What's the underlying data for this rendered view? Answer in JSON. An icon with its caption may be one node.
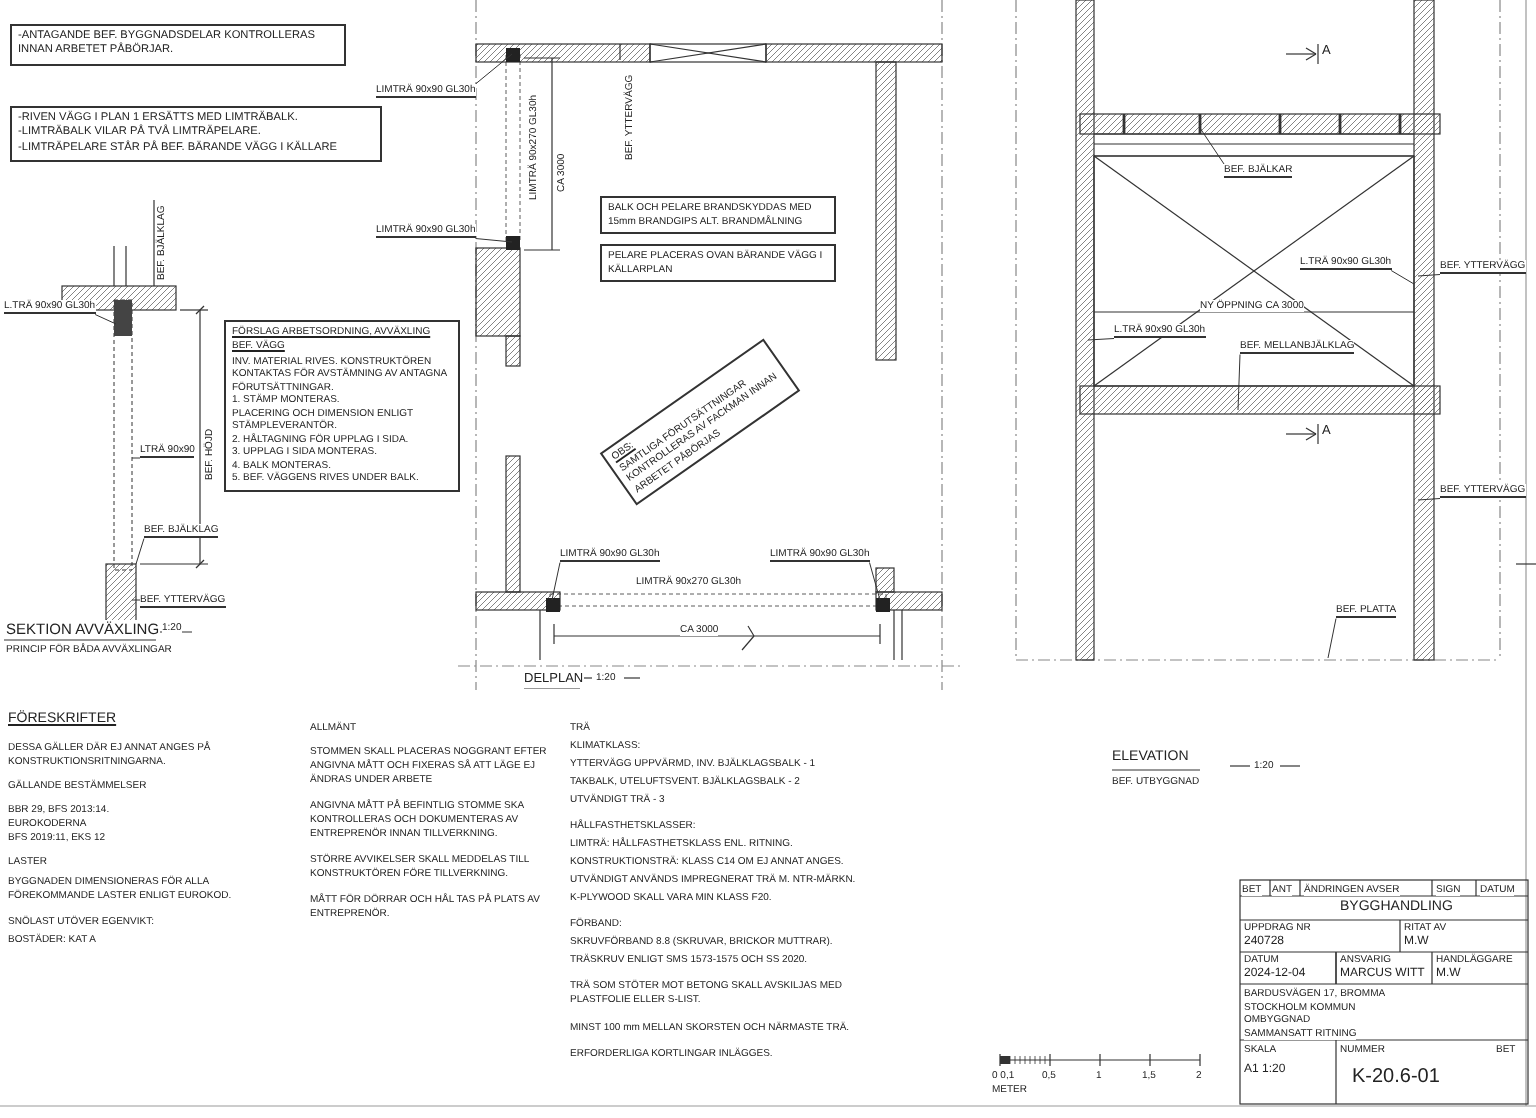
{
  "diagram": {
    "nodes": [
      {
        "text": [
          "-ANTAGANDE BEF. BYGGNADSDELAR KONTROLLERAS INNAN ARBETET PÅBÖRJAR."
        ]
      },
      {
        "text": [
          "-RIVEN VÄGG I PLAN 1 ERSÄTTS MED LIMTRÄBALK.",
          "-LIMTRÄBALK VILAR PÅ TVÅ LIMTRÄPELARE.",
          "-LIMTRÄPELARE STÅR PÅ BEF. BÄRANDE VÄGG I KÄLLARE"
        ]
      },
      {
        "text": [
          "FÖRSLAG ARBETSORDNING, AVVÄXLING BEF. VÄGG",
          "INV. MATERIAL RIVES. KONSTRUKTÖREN KONTAKTAS FÖR AVSTÄMNING AV ANTAGNA FÖRUTSÄTTNINGAR.",
          "1. STÄMP MONTERAS.",
          "PLACERING OCH DIMENSION ENLIGT STÄMPLEVERANTÖR.",
          "2. HÅLTAGNING FÖR UPPLAG I SIDA.",
          "3. UPPLAG I SIDA MONTERAS.",
          "4. BALK MONTERAS.",
          "5. BEF. VÄGGENS RIVES UNDER BALK."
        ]
      },
      {
        "text": [
          "BALK OCH PELARE BRANDSKYDDAS MED 15mm BRANDGIPS ALT. BRANDMÅLNING"
        ]
      },
      {
        "text": [
          "PELARE PLACERAS OVAN BÄRANDE VÄGG I KÄLLARPLAN"
        ]
      },
      {
        "text": [
          "OBS:",
          "SAMTLIGA FÖRUTSÄTTNINGAR KONTROLLERAS AV FACKMAN INNAN ARBETET PÅBÖRJAS"
        ]
      },
      {
        "text": [
          "L.TRÄ 90x90 GL30h"
        ]
      },
      {
        "text": [
          "BEF. BJÄLKLAG"
        ]
      },
      {
        "text": [
          "BEF. YTTERVÄGG"
        ]
      },
      {
        "text": [
          "LIMTRÄ 90x90 GL30h"
        ]
      },
      {
        "text": [
          "LIMTRÄ 90x90 GL30h"
        ]
      },
      {
        "text": [
          "LIMTRÄ 90x90 GL30h"
        ]
      },
      {
        "text": [
          "LIMTRÄ 90x90 GL30h"
        ]
      },
      {
        "text": [
          "BEF. BJÄLKAR"
        ]
      },
      {
        "text": [
          "L.TRÄ 90x90 GL30h"
        ]
      },
      {
        "text": [
          "L.TRÄ 90x90 GL30h"
        ]
      },
      {
        "text": [
          "BEF. MELLANBJÄLKLAG"
        ]
      },
      {
        "text": [
          "BEF. YTTERVÄGG"
        ]
      },
      {
        "text": [
          "BEF. YTTERVÄGG"
        ]
      },
      {
        "text": [
          "BEF. PLATTA"
        ]
      },
      {
        "text": [
          "LTRÄ 90x90"
        ]
      }
    ],
    "edges": [
      {
        "from": 6,
        "to": null,
        "arrow": "none"
      },
      {
        "from": 7,
        "to": null,
        "arrow": "none"
      },
      {
        "from": 8,
        "to": null,
        "arrow": "none"
      },
      {
        "from": 9,
        "to": null,
        "arrow": "none"
      },
      {
        "from": 10,
        "to": null,
        "arrow": "none"
      },
      {
        "from": 11,
        "to": null,
        "arrow": "none"
      },
      {
        "from": 12,
        "to": null,
        "arrow": "none"
      },
      {
        "from": 13,
        "to": null,
        "arrow": "none"
      },
      {
        "from": 14,
        "to": null,
        "arrow": "none"
      },
      {
        "from": 15,
        "to": null,
        "arrow": "none"
      },
      {
        "from": 16,
        "to": null,
        "arrow": "none"
      },
      {
        "from": 17,
        "to": null,
        "arrow": "none"
      },
      {
        "from": 18,
        "to": null,
        "arrow": "none"
      },
      {
        "from": 19,
        "to": null,
        "arrow": "none"
      },
      {
        "from": 20,
        "to": null,
        "arrow": "none"
      }
    ],
    "labels": [
      "BEF. BJÄLKLAG",
      "BEF. HÖJD",
      "SEKTION AVVÄXLING",
      "1:20",
      "PRINCIP FÖR BÅDA AVVÄXLINGAR",
      "LIMTRÄ 90x270 GL30h",
      "CA 3000",
      "BEF. YTTERVÄGG",
      "LIMTRÄ 90x270 GL30h",
      "CA 3000",
      "DELPLAN",
      "1:20",
      "A",
      "A",
      "NY ÖPPNING CA 3000",
      "ELEVATION",
      "1:20",
      "BEF. UTBYGGNAD",
      "FÖRESKRIFTER",
      "DESSA GÄLLER DÄR EJ ANNAT ANGES PÅ KONSTRUKTIONSRITNINGARNA.",
      "GÄLLANDE BESTÄMMELSER",
      "BBR 29, BFS 2013:14.",
      "EUROKODERNA",
      "BFS 2019:11, EKS 12",
      "LASTER",
      "BYGGNADEN DIMENSIONERAS FÖR ALLA FÖREKOMMANDE LASTER ENLIGT EUROKOD.",
      "SNÖLAST UTÖVER EGENVIKT:",
      "BOSTÄDER: KAT A",
      "ALLMÄNT",
      "STOMMEN SKALL PLACERAS NOGGRANT EFTER ANGIVNA MÅTT OCH FIXERAS SÅ ATT LÄGE EJ ÄNDRAS UNDER ARBETE",
      "ANGIVNA MÅTT PÅ BEFINTLIG STOMME SKA KONTROLLERAS OCH DOKUMENTERAS AV ENTREPRENÖR INNAN TILLVERKNING.",
      "STÖRRE AVVIKELSER SKALL MEDDELAS TILL KONSTRUKTÖREN FÖRE TILLVERKNING.",
      "MÅTT FÖR DÖRRAR OCH HÅL TAS PÅ PLATS AV ENTREPRENÖR.",
      "TRÄ",
      "KLIMATKLASS:",
      "YTTERVÄGG UPPVÄRMD, INV. BJÄLKLAGSBALK - 1",
      "TAKBALK, UTELUFTSVENT. BJÄLKLAGSBALK - 2",
      "UTVÄNDIGT TRÄ - 3",
      "HÅLLFASTHETSKLASSER:",
      "LIMTRÄ: HÅLLFASTHETSKLASS ENL. RITNING.",
      "KONSTRUKTIONSTRÄ: KLASS C14 OM EJ ANNAT ANGES.",
      "UTVÄNDIGT ANVÄNDS IMPREGNERAT TRÄ M. NTR-MÄRKN.",
      "K-PLYWOOD SKALL VARA MIN KLASS F20.",
      "FÖRBAND:",
      "SKRUVFÖRBAND 8.8 (SKRUVAR, BRICKOR MUTTRAR).",
      "TRÄSKRUV ENLIGT SMS 1573-1575 OCH SS 2020.",
      "TRÄ SOM STÖTER MOT BETONG SKALL AVSKILJAS MED PLASTFOLIE ELLER S-LIST.",
      "MINST 100 mm MELLAN SKORSTEN OCH NÄRMASTE TRÄ.",
      "ERFORDERLIGA KORTLINGAR INLÄGGES.",
      "BET",
      "ANT",
      "ÄNDRINGEN AVSER",
      "SIGN",
      "DATUM",
      "BYGGHANDLING",
      "UPPDRAG NR",
      "240728",
      "RITAT AV",
      "M.W",
      "HANDLÄGGARE",
      "M.W",
      "DATUM",
      "2024-12-04",
      "ANSVARIG",
      "MARCUS WITT",
      "BARDUSVÄGEN 17, BROMMA",
      "STOCKHOLM KOMMUN",
      "OMBYGGNAD",
      "SAMMANSATT RITNING",
      "SKALA",
      "A1 1:20",
      "NUMMER",
      "K-20.6-01",
      "BET",
      "0 0,1",
      "0,5",
      "1",
      "1,5",
      "2",
      "METER"
    ]
  }
}
